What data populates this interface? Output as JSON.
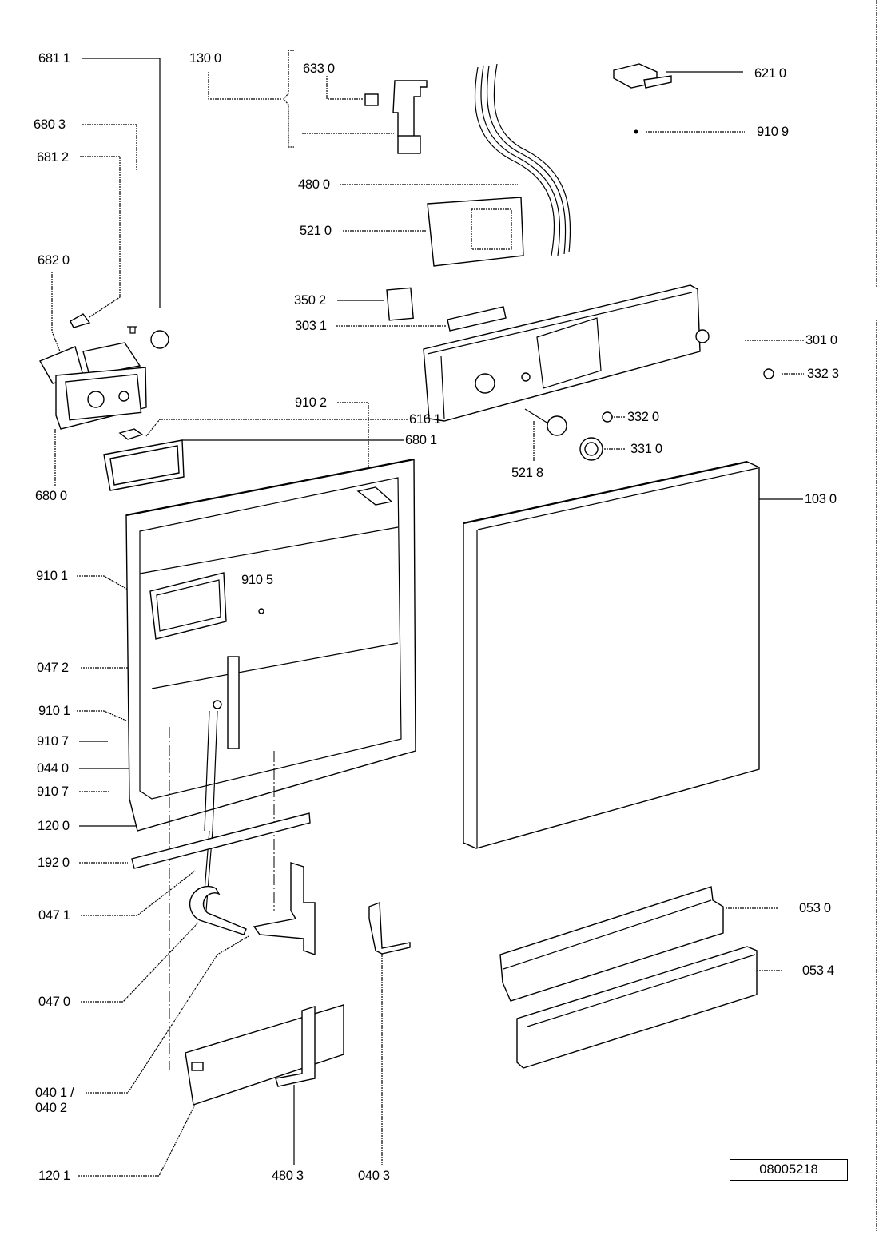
{
  "drawing": {
    "reference_number": "08005218",
    "callouts": [
      {
        "id": "c6811",
        "label": "681 1"
      },
      {
        "id": "c1300",
        "label": "130 0"
      },
      {
        "id": "c6330",
        "label": "633 0"
      },
      {
        "id": "c6210",
        "label": "621 0"
      },
      {
        "id": "c6803",
        "label": "680 3"
      },
      {
        "id": "c9109",
        "label": "910 9"
      },
      {
        "id": "c6812",
        "label": "681 2"
      },
      {
        "id": "c4800",
        "label": "480 0"
      },
      {
        "id": "c5210",
        "label": "521 0"
      },
      {
        "id": "c6820",
        "label": "682 0"
      },
      {
        "id": "c3502",
        "label": "350 2"
      },
      {
        "id": "c3031",
        "label": "303 1"
      },
      {
        "id": "c3010",
        "label": "301 0"
      },
      {
        "id": "c3323",
        "label": "332 3"
      },
      {
        "id": "c9102",
        "label": "910 2"
      },
      {
        "id": "c6161",
        "label": "616 1"
      },
      {
        "id": "c3320",
        "label": "332 0"
      },
      {
        "id": "c6801",
        "label": "680 1"
      },
      {
        "id": "c3310",
        "label": "331 0"
      },
      {
        "id": "c5218",
        "label": "521 8"
      },
      {
        "id": "c6800",
        "label": "680 0"
      },
      {
        "id": "c1030",
        "label": "103 0"
      },
      {
        "id": "c9101a",
        "label": "910 1"
      },
      {
        "id": "c9105",
        "label": "910 5"
      },
      {
        "id": "c0472",
        "label": "047 2"
      },
      {
        "id": "c9101b",
        "label": "910 1"
      },
      {
        "id": "c9107a",
        "label": "910 7"
      },
      {
        "id": "c0440",
        "label": "044 0"
      },
      {
        "id": "c9107b",
        "label": "910 7"
      },
      {
        "id": "c1200",
        "label": "120 0"
      },
      {
        "id": "c1920",
        "label": "192 0"
      },
      {
        "id": "c0471",
        "label": "047 1"
      },
      {
        "id": "c0530",
        "label": "053 0"
      },
      {
        "id": "c0534",
        "label": "053 4"
      },
      {
        "id": "c0470",
        "label": "047 0"
      },
      {
        "id": "c0401",
        "label": "040 1 /"
      },
      {
        "id": "c0402",
        "label": "040 2"
      },
      {
        "id": "c1201",
        "label": "120 1"
      },
      {
        "id": "c4803",
        "label": "480 3"
      },
      {
        "id": "c0403",
        "label": "040 3"
      }
    ]
  }
}
